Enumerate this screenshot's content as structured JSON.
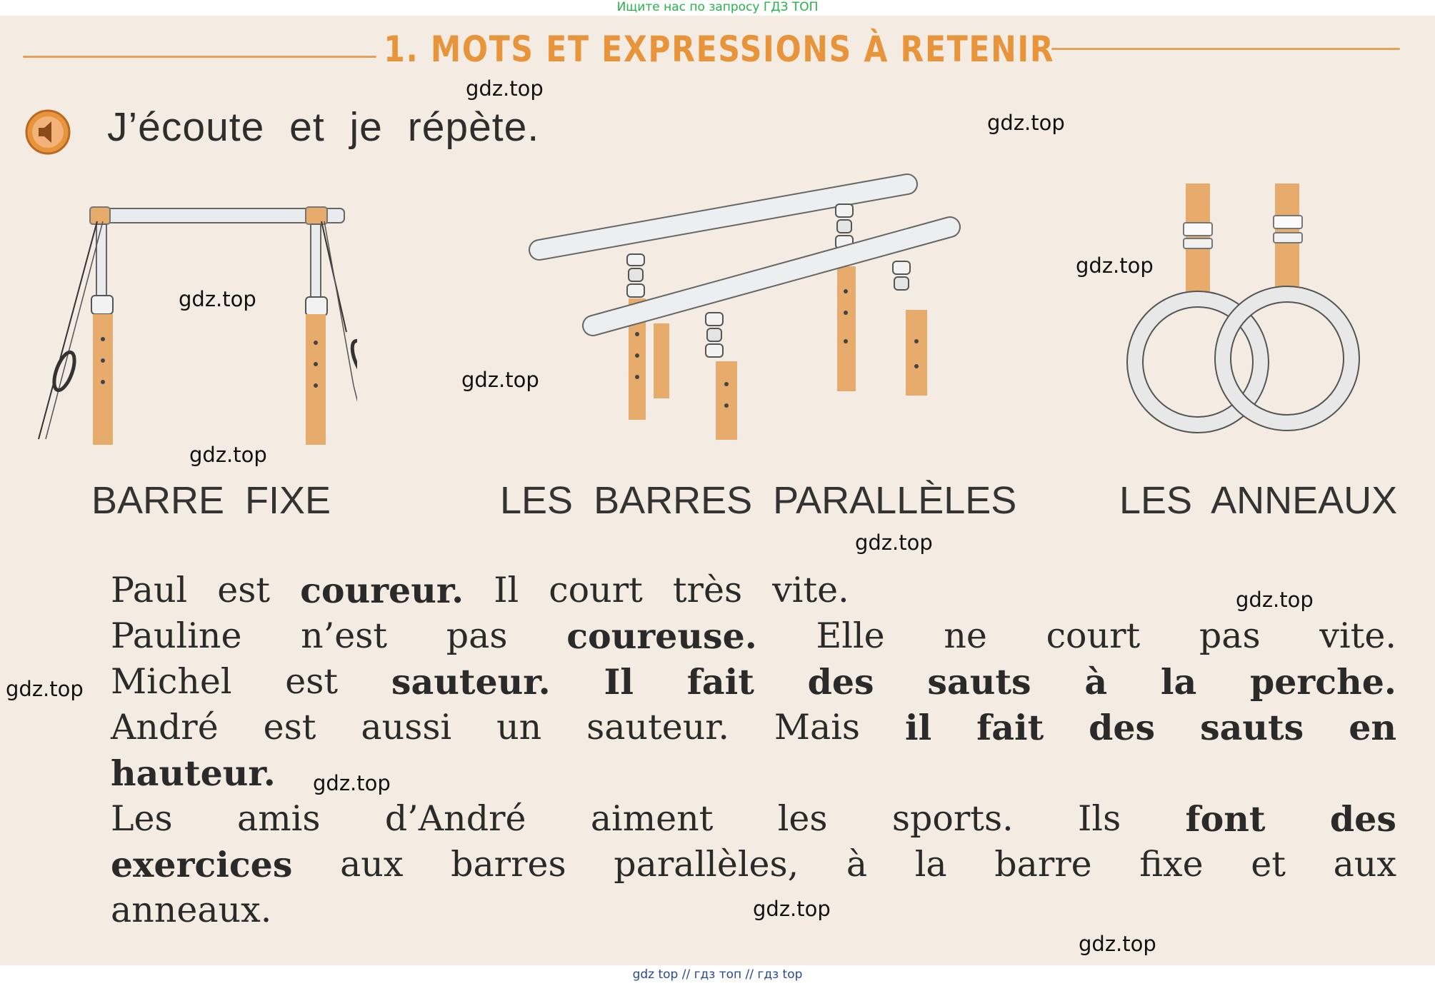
{
  "top_note": "Ищите нас по запросу ГДЗ ТОП",
  "heading": "1. MOTS ET EXPRESSIONS À RETENIR",
  "instruction": "J’écoute et je répète.",
  "illustrations": [
    {
      "caption": "BARRE FIXE"
    },
    {
      "caption": "LES BARRES PARALLÈLES"
    },
    {
      "caption": "LES ANNEAUX"
    }
  ],
  "text_lines": [
    [
      {
        "t": "Paul"
      },
      {
        "t": "est"
      },
      {
        "t": "coureur.",
        "b": true
      },
      {
        "t": "Il"
      },
      {
        "t": "court"
      },
      {
        "t": "très"
      },
      {
        "t": "vite."
      }
    ],
    [
      {
        "t": "Pauline"
      },
      {
        "t": "n’est"
      },
      {
        "t": "pas"
      },
      {
        "t": "coureuse.",
        "b": true
      },
      {
        "t": "Elle"
      },
      {
        "t": "ne"
      },
      {
        "t": "court"
      },
      {
        "t": "pas"
      },
      {
        "t": "vite."
      }
    ],
    [
      {
        "t": "Michel"
      },
      {
        "t": "est"
      },
      {
        "t": "sauteur.",
        "b": true
      },
      {
        "t": "Il",
        "b": true
      },
      {
        "t": "fait",
        "b": true
      },
      {
        "t": "des",
        "b": true
      },
      {
        "t": "sauts",
        "b": true
      },
      {
        "t": "à",
        "b": true
      },
      {
        "t": "la",
        "b": true
      },
      {
        "t": "perche.",
        "b": true
      }
    ],
    [
      {
        "t": "André"
      },
      {
        "t": "est"
      },
      {
        "t": "aussi"
      },
      {
        "t": "un"
      },
      {
        "t": "sauteur."
      },
      {
        "t": "Mais"
      },
      {
        "t": "il",
        "b": true
      },
      {
        "t": "fait",
        "b": true
      },
      {
        "t": "des",
        "b": true
      },
      {
        "t": "sauts",
        "b": true
      },
      {
        "t": "en",
        "b": true
      }
    ],
    [
      {
        "t": "hauteur.",
        "b": true
      }
    ],
    [
      {
        "t": "Les"
      },
      {
        "t": "amis"
      },
      {
        "t": "d’André"
      },
      {
        "t": "aiment"
      },
      {
        "t": "les"
      },
      {
        "t": "sports."
      },
      {
        "t": "Ils"
      },
      {
        "t": "font",
        "b": true
      },
      {
        "t": "des",
        "b": true
      }
    ],
    [
      {
        "t": "exercices",
        "b": true
      },
      {
        "t": "aux"
      },
      {
        "t": "barres"
      },
      {
        "t": "parallèles,"
      },
      {
        "t": "à"
      },
      {
        "t": "la"
      },
      {
        "t": "barre"
      },
      {
        "t": "fixe"
      },
      {
        "t": "et"
      },
      {
        "t": "aux"
      }
    ],
    [
      {
        "t": "anneaux."
      }
    ]
  ],
  "watermarks": [
    "gdz.top",
    "gdz.top",
    "gdz.top",
    "gdz.top",
    "gdz.top",
    "gdz.top",
    "gdz.top",
    "gdz.top",
    "gdz.top",
    "gdz.top",
    "gdz.top",
    "gdz.top"
  ],
  "bottom_note": "gdz top  //  гдз топ  //  гдз top",
  "colors": {
    "accent": "#e8943b",
    "page": "#f4ece2",
    "wood": "#e7ac6c",
    "text": "#2a2a2a"
  }
}
